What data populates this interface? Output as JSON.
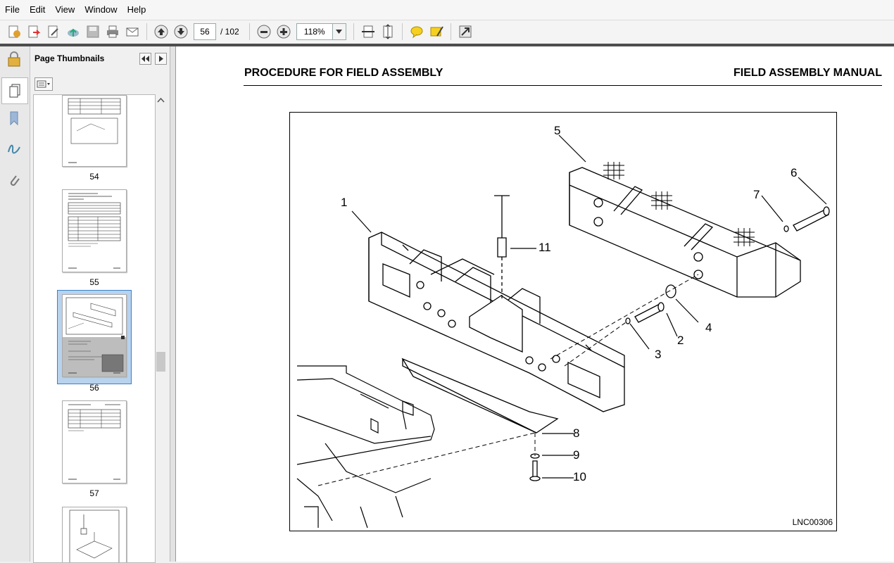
{
  "menu": {
    "items": [
      "File",
      "Edit",
      "View",
      "Window",
      "Help"
    ]
  },
  "toolbar": {
    "page_current": "56",
    "page_total": "/ 102",
    "zoom": "118%"
  },
  "sidebar": {
    "title": "Page Thumbnails",
    "thumbnails": [
      {
        "page": "54"
      },
      {
        "page": "55"
      },
      {
        "page": "56",
        "selected": true
      },
      {
        "page": "57"
      }
    ]
  },
  "document": {
    "header_left": "PROCEDURE FOR FIELD ASSEMBLY",
    "header_right": "FIELD ASSEMBLY MANUAL",
    "figure_code": "LNC00306",
    "callouts": [
      "1",
      "2",
      "3",
      "4",
      "5",
      "6",
      "7",
      "8",
      "9",
      "10",
      "11"
    ]
  },
  "colors": {
    "accent": "#3c80c9",
    "selection": "#b8d3ef"
  }
}
